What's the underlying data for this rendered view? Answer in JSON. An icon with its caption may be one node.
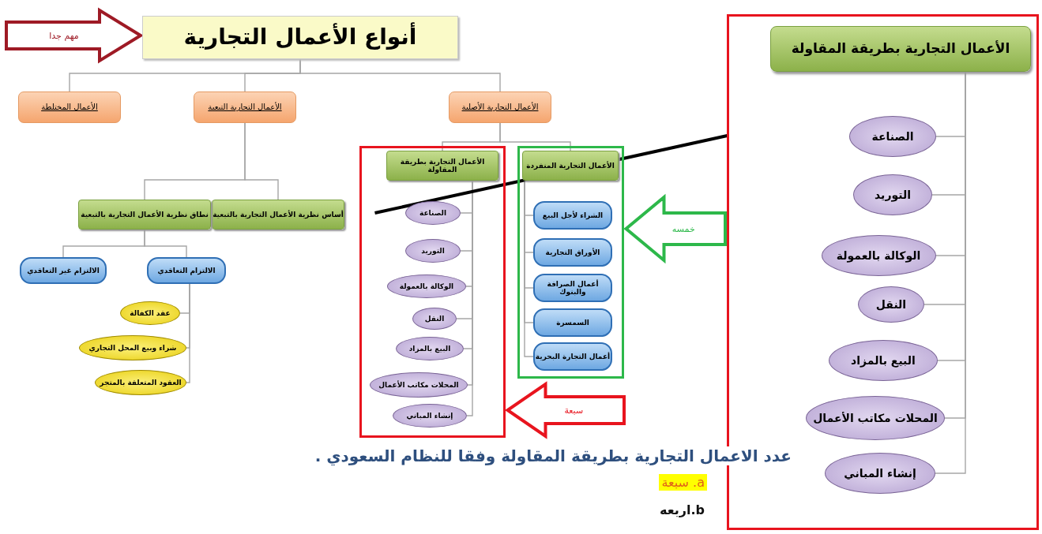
{
  "diagram": {
    "nodes": [
      {
        "text": [
          "أنواع الأعمال التجارية"
        ]
      },
      {
        "text": [
          "الأعمال التجارية الأصلية"
        ]
      },
      {
        "text": [
          "الأعمال التجارية التبعية"
        ]
      },
      {
        "text": [
          "الأعمال المختلطة"
        ]
      },
      {
        "text": [
          "أساس نظرية الأعمال التجارية بالتبعية"
        ]
      },
      {
        "text": [
          "نطاق نظرية الأعمال التجارية بالتبعية"
        ]
      },
      {
        "text": [
          "الالتزام التعاقدي"
        ]
      },
      {
        "text": [
          "الالتزام غير التعاقدي"
        ]
      },
      {
        "text": [
          "عقد الكفالة"
        ]
      },
      {
        "text": [
          "شراء وبيع المحل التجاري"
        ]
      },
      {
        "text": [
          "العقود المتعلقة بالمتجر"
        ]
      },
      {
        "text": [],
        "shape": "box"
      },
      {
        "text": [],
        "shape": "box"
      },
      {
        "text": [
          "الأعمال التجارية بطريقة المقاولة"
        ],
        "in": 11
      },
      {
        "text": [
          "الصناعة"
        ],
        "in": 11
      },
      {
        "text": [
          "التوريد"
        ],
        "in": 11
      },
      {
        "text": [
          "الوكالة بالعمولة"
        ],
        "in": 11
      },
      {
        "text": [
          "النقل"
        ],
        "in": 11
      },
      {
        "text": [
          "البيع بالمزاد"
        ],
        "in": 11
      },
      {
        "text": [
          "المحلات مكاتب الأعمال"
        ],
        "in": 11
      },
      {
        "text": [
          "إنشاء المباني"
        ],
        "in": 11
      },
      {
        "text": [
          "الأعمال التجارية المنفردة"
        ],
        "in": 12
      },
      {
        "text": [
          "الشراء لأجل البيع"
        ],
        "in": 12
      },
      {
        "text": [
          "الأوراق التجارية"
        ],
        "in": 12
      },
      {
        "text": [
          "أعمال الصرافة والبنوك"
        ],
        "in": 12
      },
      {
        "text": [
          "السمسرة"
        ],
        "in": 12
      },
      {
        "text": [
          "أعمال التجارة البحرية"
        ],
        "in": 12
      },
      {
        "text": [],
        "shape": "box"
      },
      {
        "text": [
          "الأعمال التجارية بطريقة المقاولة"
        ],
        "in": 27
      },
      {
        "text": [
          "الصناعة"
        ],
        "in": 27
      },
      {
        "text": [
          "التوريد"
        ],
        "in": 27
      },
      {
        "text": [
          "الوكالة بالعمولة"
        ],
        "in": 27
      },
      {
        "text": [
          "النقل"
        ],
        "in": 27
      },
      {
        "text": [
          "البيع بالمزاد"
        ],
        "in": 27
      },
      {
        "text": [
          "المحلات مكاتب الأعمال"
        ],
        "in": 27
      },
      {
        "text": [
          "إنشاء المباني"
        ],
        "in": 27
      }
    ],
    "edges": [
      {
        "from": 0,
        "to": 1,
        "arrow": "none"
      },
      {
        "from": 0,
        "to": 2,
        "arrow": "none"
      },
      {
        "from": 0,
        "to": 3,
        "arrow": "none"
      },
      {
        "from": 2,
        "to": 4,
        "arrow": "none"
      },
      {
        "from": 2,
        "to": 5,
        "arrow": "none"
      },
      {
        "from": 5,
        "to": 6,
        "arrow": "none"
      },
      {
        "from": 5,
        "to": 7,
        "arrow": "none"
      },
      {
        "from": 6,
        "to": 8,
        "arrow": "none"
      },
      {
        "from": 6,
        "to": 9,
        "arrow": "none"
      },
      {
        "from": 6,
        "to": 10,
        "arrow": "none"
      },
      {
        "from": 1,
        "to": 13,
        "arrow": "none"
      },
      {
        "from": 1,
        "to": 21,
        "arrow": "none"
      },
      {
        "from": 13,
        "to": 14,
        "arrow": "none"
      },
      {
        "from": 13,
        "to": 15,
        "arrow": "none"
      },
      {
        "from": 13,
        "to": 16,
        "arrow": "none"
      },
      {
        "from": 13,
        "to": 17,
        "arrow": "none"
      },
      {
        "from": 13,
        "to": 18,
        "arrow": "none"
      },
      {
        "from": 13,
        "to": 19,
        "arrow": "none"
      },
      {
        "from": 13,
        "to": 20,
        "arrow": "none"
      },
      {
        "from": 21,
        "to": 22,
        "arrow": "none"
      },
      {
        "from": 21,
        "to": 23,
        "arrow": "none"
      },
      {
        "from": 21,
        "to": 24,
        "arrow": "none"
      },
      {
        "from": 21,
        "to": 25,
        "arrow": "none"
      },
      {
        "from": 21,
        "to": 26,
        "arrow": "none"
      },
      {
        "from": 28,
        "to": 29,
        "arrow": "none"
      },
      {
        "from": 28,
        "to": 30,
        "arrow": "none"
      },
      {
        "from": 28,
        "to": 31,
        "arrow": "none"
      },
      {
        "from": 28,
        "to": 32,
        "arrow": "none"
      },
      {
        "from": 28,
        "to": 33,
        "arrow": "none"
      },
      {
        "from": 28,
        "to": 34,
        "arrow": "none"
      },
      {
        "from": 28,
        "to": 35,
        "arrow": "none"
      },
      {
        "from": 27,
        "to": 11,
        "arrow": "none",
        "style": "thick",
        "color": "#000000"
      },
      {
        "from": null,
        "to": 0,
        "arrow": "to",
        "label": "مهم جدا",
        "style": "thick",
        "color": "#9e1a25"
      },
      {
        "from": null,
        "to": 12,
        "arrow": "to",
        "label": "خمسه",
        "style": "thick",
        "color": "#2db84a"
      },
      {
        "from": null,
        "to": 11,
        "arrow": "to",
        "label": "سبعة",
        "style": "thick",
        "color": "#e8141e"
      }
    ],
    "labels": [
      "عدد الاعمال التجارية بطريقة المقاولة وفقا للنظام السعودي .",
      "a. سبعة",
      "b.اربعه"
    ]
  }
}
